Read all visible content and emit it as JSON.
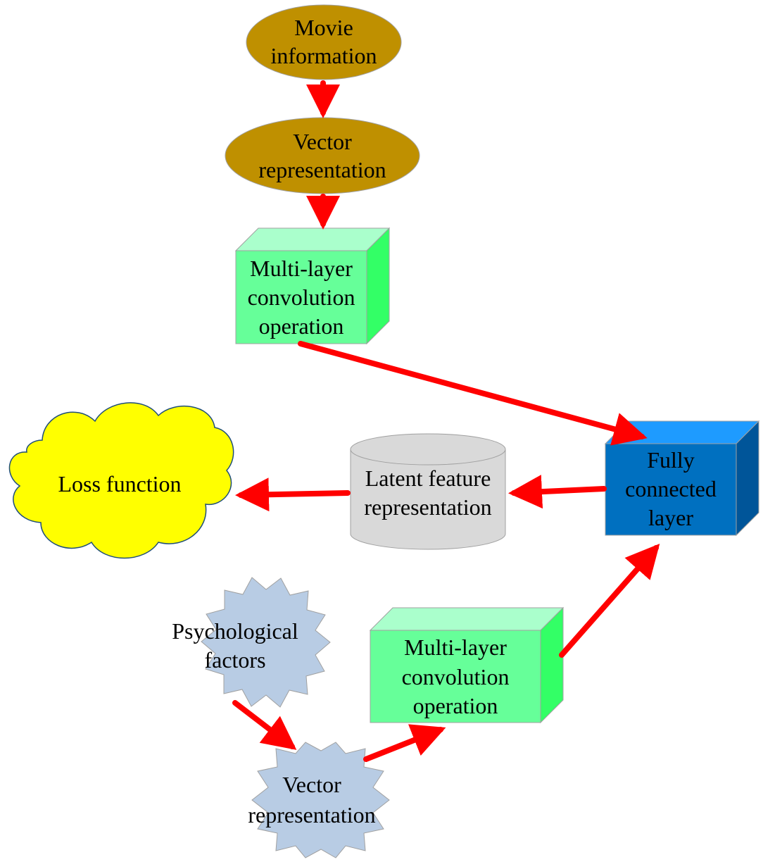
{
  "colors": {
    "arrow": "#ff0000",
    "ellipse_fill": "#bf9000",
    "cube_green_front": "#66ff99",
    "cube_green_top": "#aaffcc",
    "cube_green_side": "#33ff66",
    "cube_blue_front": "#0070c0",
    "cube_blue_top": "#1e9bff",
    "cube_blue_side": "#005599",
    "cylinder_fill": "#d9d9d9",
    "cloud_fill": "#ffff00",
    "cloud_stroke": "#1f4e79",
    "star_fill": "#b8cce4"
  },
  "nodes": {
    "movie_information": {
      "shape": "ellipse",
      "lines": [
        "Movie",
        "information"
      ]
    },
    "vector_representation_top": {
      "shape": "ellipse",
      "lines": [
        "Vector",
        "representation"
      ]
    },
    "conv_top": {
      "shape": "cube",
      "lines": [
        "Multi-layer",
        "convolution",
        "operation"
      ]
    },
    "fully_connected": {
      "shape": "cube",
      "lines": [
        "Fully",
        "connected",
        "layer"
      ]
    },
    "latent_feature": {
      "shape": "cylinder",
      "lines": [
        "Latent feature",
        "representation"
      ]
    },
    "loss_function": {
      "shape": "cloud",
      "lines": [
        "Loss function"
      ]
    },
    "psychological_factors": {
      "shape": "star",
      "lines": [
        "Psychological",
        "factors"
      ]
    },
    "vector_representation_bottom": {
      "shape": "star",
      "lines": [
        "Vector",
        "representation"
      ]
    },
    "conv_bottom": {
      "shape": "cube",
      "lines": [
        "Multi-layer",
        "convolution",
        "operation"
      ]
    }
  },
  "edges": [
    {
      "from": "movie_information",
      "to": "vector_representation_top"
    },
    {
      "from": "vector_representation_top",
      "to": "conv_top"
    },
    {
      "from": "conv_top",
      "to": "fully_connected"
    },
    {
      "from": "fully_connected",
      "to": "latent_feature"
    },
    {
      "from": "latent_feature",
      "to": "loss_function"
    },
    {
      "from": "psychological_factors",
      "to": "vector_representation_bottom"
    },
    {
      "from": "vector_representation_bottom",
      "to": "conv_bottom"
    },
    {
      "from": "conv_bottom",
      "to": "fully_connected"
    }
  ]
}
